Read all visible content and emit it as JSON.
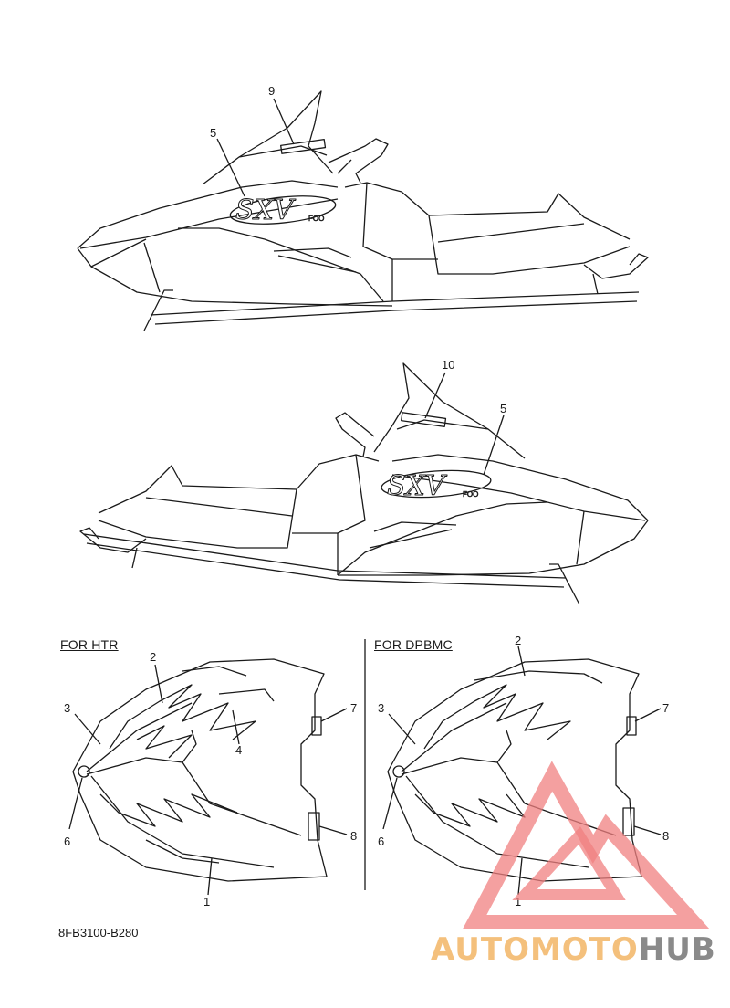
{
  "panels": {
    "htr_title": "FOR HTR",
    "dpbmc_title": "FOR DPBMC"
  },
  "callouts": {
    "side_left": [
      "9",
      "5"
    ],
    "side_right": [
      "10",
      "5"
    ],
    "htr": [
      "2",
      "3",
      "4",
      "7",
      "6",
      "8",
      "1"
    ],
    "dpbmc": [
      "2",
      "3",
      "7",
      "6",
      "8",
      "1"
    ]
  },
  "decal_text": "SXV",
  "decal_suffix": "FOO",
  "reference_code": "8FB3100-B280",
  "watermark": {
    "part1": "AUTOMOTO",
    "part2": "HUB",
    "color_primary": "#f4c07c",
    "color_secondary": "#8a8a8a",
    "triangle_color": "#f08080"
  }
}
